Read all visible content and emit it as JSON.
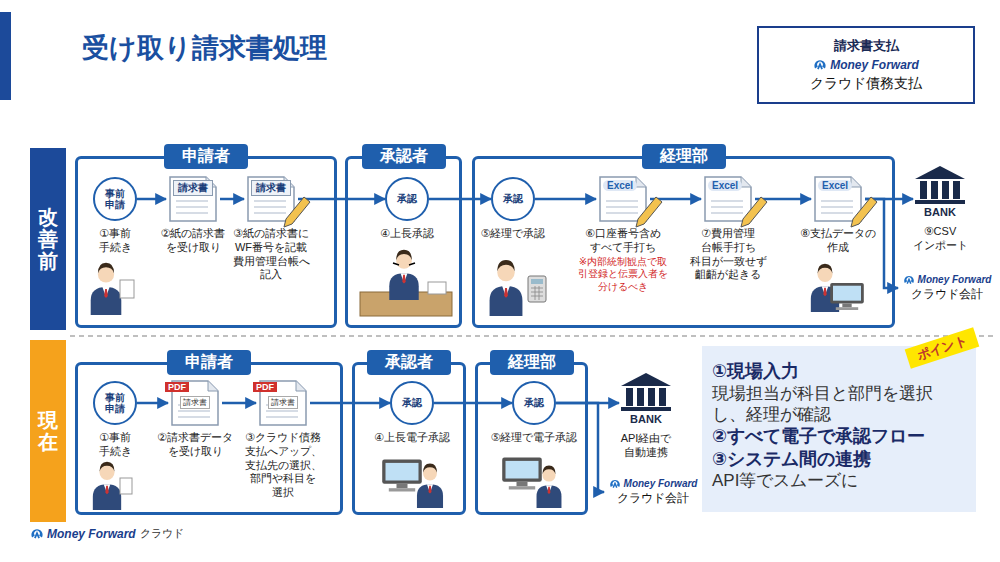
{
  "diagram": {
    "title": "受け取り請求書処理",
    "nodes": [
      {
        "text": [
          "請求書支払",
          "Money Forward",
          "クラウド債務支払"
        ]
      },
      {
        "text": [
          "改善前"
        ]
      },
      {
        "text": [
          "申請者"
        ]
      },
      {
        "text": [
          "事前 申請",
          "①事前 手続き"
        ],
        "in": 2
      },
      {
        "text": [
          "請求書",
          "②紙の請求書 を受け取り"
        ],
        "in": 2
      },
      {
        "text": [
          "請求書",
          "③紙の請求書に WF番号を記載 費用管理台帳へ 記入"
        ],
        "in": 2
      },
      {
        "text": [
          "承認者"
        ]
      },
      {
        "text": [
          "承認",
          "④上長承認"
        ],
        "in": 6
      },
      {
        "text": [
          "経理部"
        ]
      },
      {
        "text": [
          "承認",
          "⑤経理で承認"
        ],
        "in": 8
      },
      {
        "text": [
          "Excel",
          "⑥口座番号含め すべて手打ち",
          "※内部統制観点で取 引登録と伝票入者を 分けるべき"
        ],
        "in": 8
      },
      {
        "text": [
          "Excel",
          "⑦費用管理 台帳手打ち 科目が一致せず 齟齬が起きる"
        ],
        "in": 8
      },
      {
        "text": [
          "Excel",
          "⑧支払データの 作成"
        ],
        "in": 8
      },
      {
        "text": [
          "BANK",
          "⑨CSV インポート"
        ]
      },
      {
        "text": [
          "Money Forward",
          "クラウド会計"
        ]
      },
      {
        "text": [
          "現在"
        ]
      },
      {
        "text": [
          "申請者"
        ]
      },
      {
        "text": [
          "事前 申請",
          "①事前 手続き"
        ],
        "in": 16
      },
      {
        "text": [
          "PDF",
          "請求書",
          "②請求書データ を受け取り"
        ],
        "in": 16
      },
      {
        "text": [
          "PDF",
          "請求書",
          "③クラウド債務 支払へアップ、 支払先の選択、 部門や科目を 選択"
        ],
        "in": 16
      },
      {
        "text": [
          "承認者"
        ]
      },
      {
        "text": [
          "承認",
          "④上長電子承認"
        ],
        "in": 20
      },
      {
        "text": [
          "経理部"
        ]
      },
      {
        "text": [
          "承認",
          "⑤経理で電子承認"
        ],
        "in": 22
      },
      {
        "text": [
          "BANK",
          "API経由で 自動連携"
        ]
      },
      {
        "text": [
          "Money Forward",
          "クラウド会計"
        ]
      },
      {
        "text": [
          "ポイント",
          "①現場入力",
          "現場担当が科目と部門を選択 し、経理が確認",
          "②すべて電子で承認フロー",
          "③システム間の連携",
          "API等でスムーズに"
        ]
      }
    ],
    "edges": [
      {
        "from": 3,
        "to": 4,
        "arrow": "to"
      },
      {
        "from": 4,
        "to": 5,
        "arrow": "to"
      },
      {
        "from": 5,
        "to": 7,
        "arrow": "to"
      },
      {
        "from": 7,
        "to": 9,
        "arrow": "to"
      },
      {
        "from": 9,
        "to": 10,
        "arrow": "to"
      },
      {
        "from": 10,
        "to": 11,
        "arrow": "to"
      },
      {
        "from": 11,
        "to": 12,
        "arrow": "to"
      },
      {
        "from": 12,
        "to": 13,
        "arrow": "to"
      },
      {
        "from": 12,
        "to": 14,
        "arrow": "to"
      },
      {
        "from": 17,
        "to": 18,
        "arrow": "to"
      },
      {
        "from": 18,
        "to": 19,
        "arrow": "to"
      },
      {
        "from": 19,
        "to": 21,
        "arrow": "to"
      },
      {
        "from": 21,
        "to": 23,
        "arrow": "to"
      },
      {
        "from": 23,
        "to": 24,
        "arrow": "to"
      },
      {
        "from": 23,
        "to": 25,
        "arrow": "to"
      }
    ],
    "labels": [
      "Money Forward",
      "クラウド"
    ]
  }
}
